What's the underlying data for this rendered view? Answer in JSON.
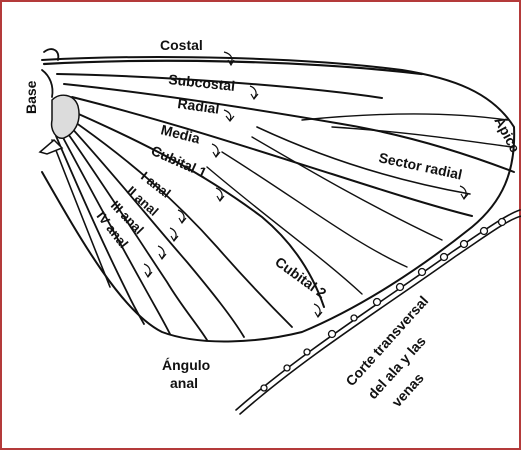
{
  "labels": {
    "base": "Base",
    "costal": "Costal",
    "subcostal": "Subcostal",
    "radial": "Radial",
    "media": "Media",
    "cubital1": "Cubital 1",
    "anal1": "I anal",
    "anal2": "II anal",
    "anal3": "III anal",
    "anal4": "IV anal",
    "cubital2": "Cubital 2",
    "sector_radial": "Sector radial",
    "apice": "Ápice",
    "angulo": "Ángulo",
    "anal": "anal",
    "corte1": "Corte transversal",
    "corte2": "del ala y las",
    "corte3": "venas"
  },
  "colors": {
    "border": "#b43a3a",
    "ink": "#111111"
  }
}
